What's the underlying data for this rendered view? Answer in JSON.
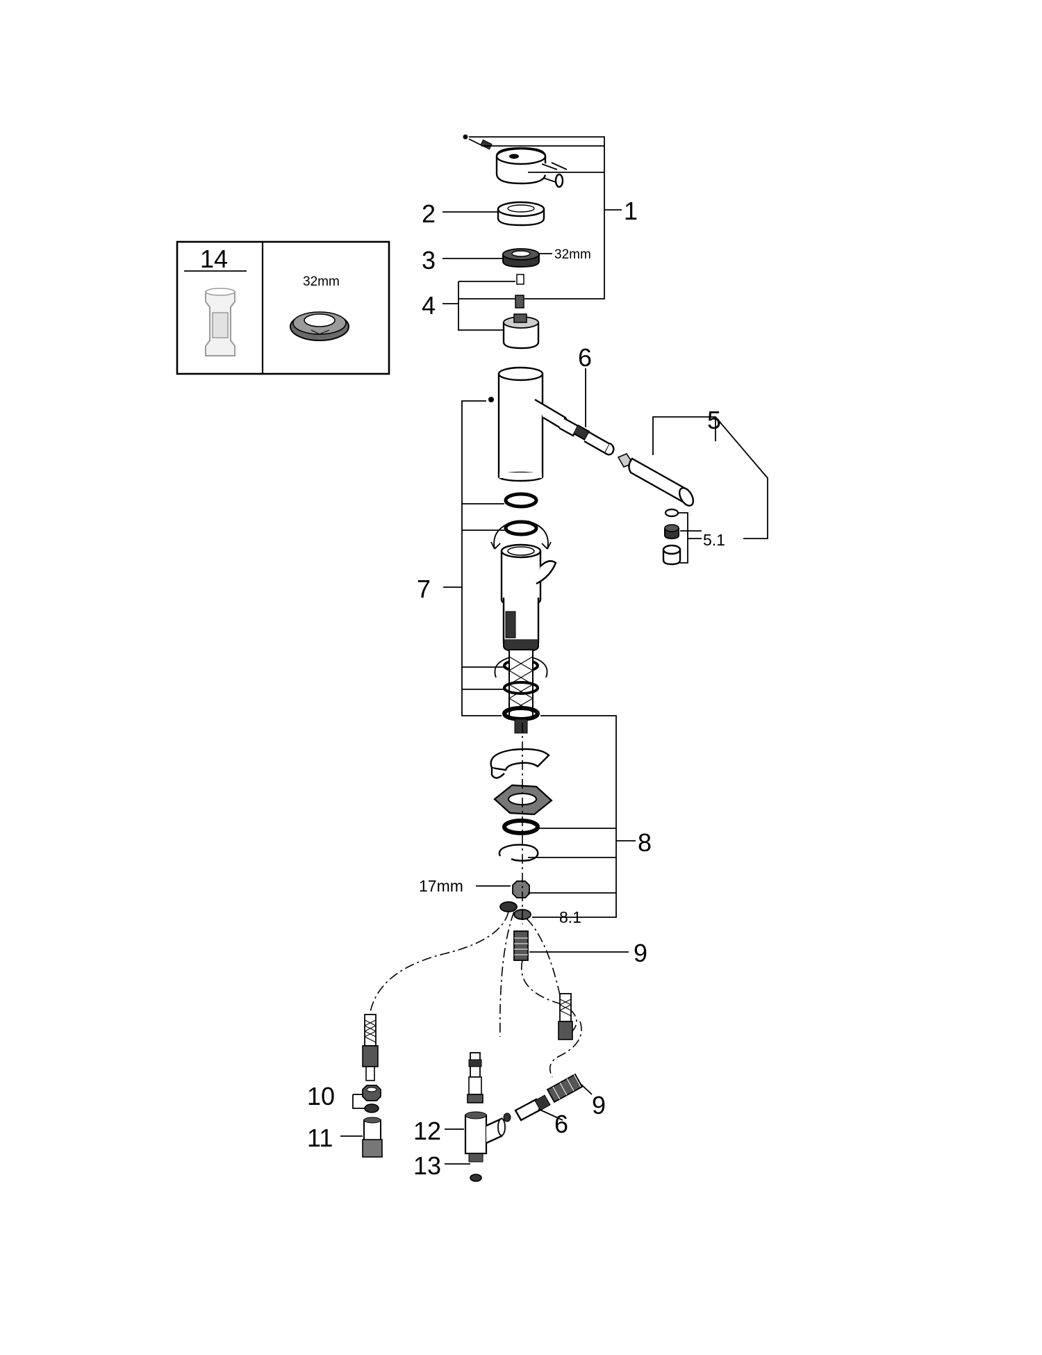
{
  "callouts": {
    "c1": "1",
    "c2": "2",
    "c3": "3",
    "c4": "4",
    "c5": "5",
    "c5_1": "5.1",
    "c6_top": "6",
    "c6_bottom": "6",
    "c7": "7",
    "c8": "8",
    "c8_1": "8.1",
    "c9_top": "9",
    "c9_bottom": "9",
    "c10": "10",
    "c11": "11",
    "c12": "12",
    "c13": "13"
  },
  "dimensions": {
    "nut_32": "32mm",
    "nut_17": "17mm"
  },
  "tool_box": {
    "number": "14",
    "dimension": "32mm"
  }
}
